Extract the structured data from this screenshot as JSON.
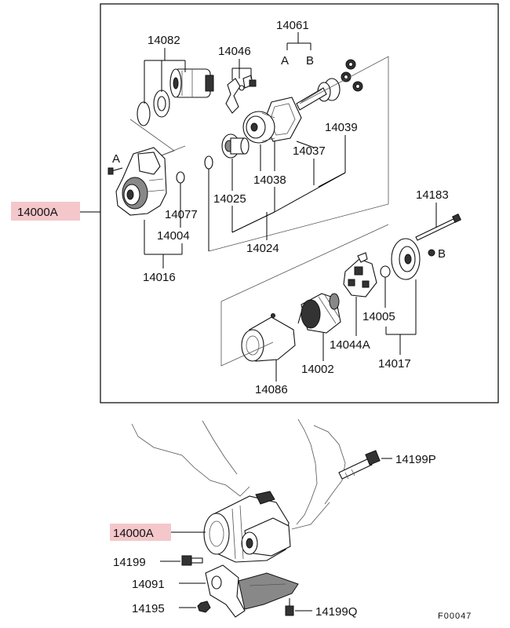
{
  "callouts": {
    "p14061": "14061",
    "sub_a": "A",
    "sub_b": "B",
    "p14082": "14082",
    "p14046": "14046",
    "p14039": "14039",
    "p14037": "14037",
    "p14038": "14038",
    "p14025": "14025",
    "p14077": "14077",
    "p14004": "14004",
    "p14024": "14024",
    "p14016": "14016",
    "p14000A_top": "14000A",
    "p14183": "14183",
    "bolt_b": "B",
    "bolt_a": "A",
    "p14005": "14005",
    "p14044A": "14044A",
    "p14017": "14017",
    "p14002": "14002",
    "p14086": "14086",
    "p14199P": "14199P",
    "p14000A_bottom": "14000A",
    "p14199": "14199",
    "p14091": "14091",
    "p14195": "14195",
    "p14199Q": "14199Q"
  },
  "figure_code": "F00047",
  "colors": {
    "highlight": "#f4c7cb",
    "line": "#000000"
  }
}
